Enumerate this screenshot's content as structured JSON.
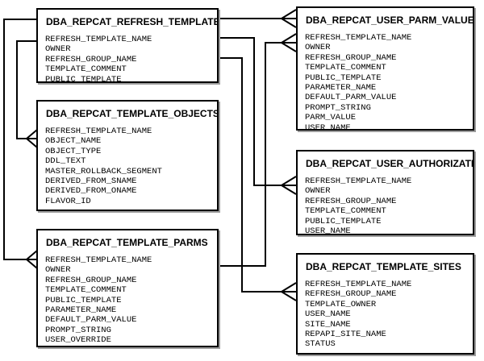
{
  "diagram": {
    "entities": [
      {
        "id": "refresh_templates",
        "title": "DBA_REPCAT_REFRESH_TEMPLATES",
        "fields": [
          "REFRESH_TEMPLATE_NAME",
          "OWNER",
          "REFRESH_GROUP_NAME",
          "TEMPLATE_COMMENT",
          "PUBLIC_TEMPLATE"
        ]
      },
      {
        "id": "template_objects",
        "title": "DBA_REPCAT_TEMPLATE_OBJECTS",
        "fields": [
          "REFRESH_TEMPLATE_NAME",
          "OBJECT_NAME",
          "OBJECT_TYPE",
          "DDL_TEXT",
          "MASTER_ROLLBACK_SEGMENT",
          "DERIVED_FROM_SNAME",
          "DERIVED_FROM_ONAME",
          "FLAVOR_ID"
        ]
      },
      {
        "id": "template_parms",
        "title": "DBA_REPCAT_TEMPLATE_PARMS",
        "fields": [
          "REFRESH_TEMPLATE_NAME",
          "OWNER",
          "REFRESH_GROUP_NAME",
          "TEMPLATE_COMMENT",
          "PUBLIC_TEMPLATE",
          "PARAMETER_NAME",
          "DEFAULT_PARM_VALUE",
          "PROMPT_STRING",
          "USER_OVERRIDE"
        ]
      },
      {
        "id": "user_parm_values",
        "title": "DBA_REPCAT_USER_PARM_VALUES",
        "fields": [
          "REFRESH_TEMPLATE_NAME",
          "OWNER",
          "REFRESH_GROUP_NAME",
          "TEMPLATE_COMMENT",
          "PUBLIC_TEMPLATE",
          "PARAMETER_NAME",
          "DEFAULT_PARM_VALUE",
          "PROMPT_STRING",
          "PARM_VALUE",
          "USER_NAME"
        ]
      },
      {
        "id": "user_authorizations",
        "title": "DBA_REPCAT_USER_AUTHORIZATIONS",
        "fields": [
          "REFRESH_TEMPLATE_NAME",
          "OWNER",
          "REFRESH_GROUP_NAME",
          "TEMPLATE_COMMENT",
          "PUBLIC_TEMPLATE",
          "USER_NAME"
        ]
      },
      {
        "id": "template_sites",
        "title": "DBA_REPCAT_TEMPLATE_SITES",
        "fields": [
          "REFRESH_TEMPLATE_NAME",
          "REFRESH_GROUP_NAME",
          "TEMPLATE_OWNER",
          "USER_NAME",
          "SITE_NAME",
          "REPAPI_SITE_NAME",
          "STATUS"
        ]
      }
    ],
    "relationships": [
      {
        "from": "refresh_templates",
        "to": "template_objects",
        "type": "one-to-many"
      },
      {
        "from": "refresh_templates",
        "to": "template_parms",
        "type": "one-to-many"
      },
      {
        "from": "refresh_templates",
        "to": "user_parm_values",
        "type": "one-to-many"
      },
      {
        "from": "refresh_templates",
        "to": "user_authorizations",
        "type": "one-to-many"
      },
      {
        "from": "refresh_templates",
        "to": "template_sites",
        "type": "one-to-many"
      },
      {
        "from": "template_parms",
        "to": "user_parm_values",
        "type": "one-to-many"
      }
    ],
    "colors": {
      "line": "#000000",
      "box_border": "#000000",
      "box_shadow": "#9c9c9c",
      "background": "#ffffff",
      "text": "#000000"
    }
  }
}
